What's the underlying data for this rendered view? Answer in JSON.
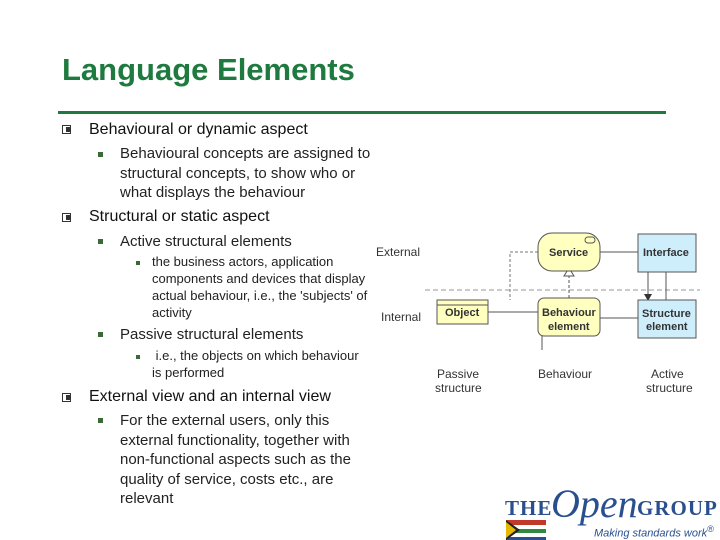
{
  "slide": {
    "title": "Language Elements",
    "items": [
      {
        "text": "Behavioural or dynamic aspect",
        "sub": [
          {
            "lines": [
              "Behavioural concepts are assigned to",
              "structural concepts, to show who or",
              "what displays the behaviour"
            ]
          }
        ]
      },
      {
        "text": "Structural or static aspect",
        "sub": [
          {
            "text": "Active structural elements",
            "sub": [
              {
                "lines": [
                  "the business actors, application",
                  "components and devices that display",
                  "actual behaviour, i.e., the 'subjects' of",
                  "activity"
                ]
              }
            ]
          },
          {
            "text": "Passive structural elements",
            "sub": [
              {
                "lines": [
                  " i.e., the objects on which behaviour",
                  "is performed"
                ]
              }
            ]
          }
        ]
      },
      {
        "text": "External view and an internal view",
        "sub": [
          {
            "lines": [
              "For the external users, only this",
              "external functionality, together with",
              "non-functional aspects such as the",
              "quality of service, costs etc., are",
              "relevant"
            ]
          }
        ]
      }
    ]
  },
  "diagram": {
    "external_label": "External",
    "internal_label": "Internal",
    "object_label": "Object",
    "service_label": "Service",
    "interface_label": "Interface",
    "behaviour_element_label": [
      "Behaviour",
      "element"
    ],
    "structure_element_label": [
      "Structure",
      "element"
    ],
    "column_passive": [
      "Passive",
      "structure"
    ],
    "column_behaviour": "Behaviour",
    "column_active": [
      "Active",
      "structure"
    ],
    "colors": {
      "yellow": "#ffffc0",
      "cyan": "#cfeefc",
      "border": "#555555"
    }
  },
  "logo": {
    "the": "THE",
    "open": "Open",
    "group": "GROUP",
    "tagline": "Making standards work",
    "trademark": "®"
  }
}
